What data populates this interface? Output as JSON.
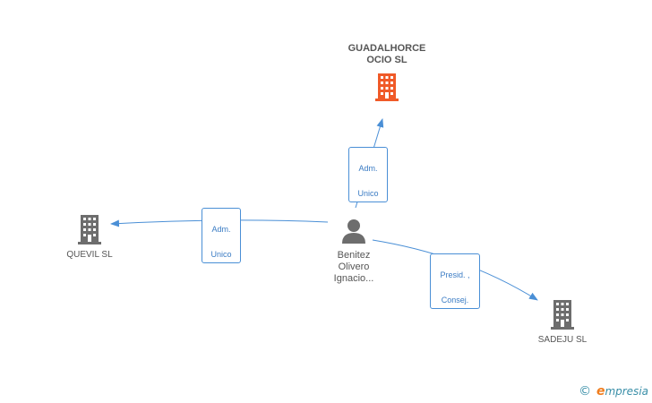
{
  "nodes": {
    "guadalhorce": {
      "label_line1": "GUADALHORCE",
      "label_line2": "OCIO SL",
      "icon": "building-icon",
      "color": "#f05a28"
    },
    "quevil": {
      "label": "QUEVIL SL",
      "icon": "building-icon",
      "color": "#6d6d6d"
    },
    "sadeju": {
      "label": "SADEJU SL",
      "icon": "building-icon",
      "color": "#6d6d6d"
    },
    "person": {
      "label_line1": "Benitez",
      "label_line2": "Olivero",
      "label_line3": "Ignacio...",
      "icon": "person-icon",
      "color": "#6d6d6d"
    }
  },
  "edges": {
    "to_guadalhorce": {
      "line1": "Adm.",
      "line2": "Unico"
    },
    "to_quevil": {
      "line1": "Adm.",
      "line2": "Unico"
    },
    "to_sadeju": {
      "line1": "Presid. ,",
      "line2": "Consej."
    }
  },
  "edge_color": "#4a8fd6",
  "brand": {
    "copyright": "©",
    "e": "e",
    "rest": "mpresia"
  }
}
